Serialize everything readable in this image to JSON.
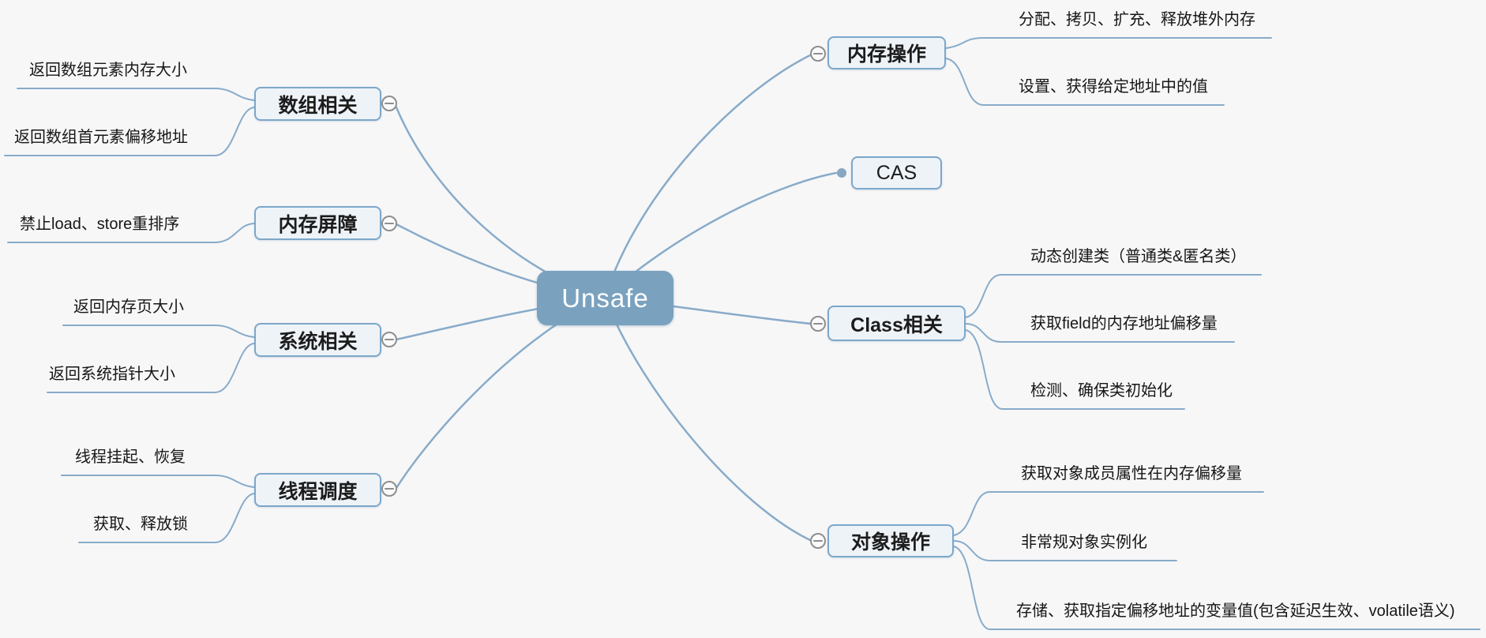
{
  "colors": {
    "background": "#f7f7f8",
    "branch_line": "#88abc9",
    "topic_fill": "#eef3f8",
    "topic_border": "#7ca7c9",
    "root_fill": "#7aa2bf",
    "root_text": "#ffffff",
    "text": "#1c1c1c",
    "collapse_icon": "#8e8e8e"
  },
  "root": {
    "label": "Unsafe"
  },
  "left_branches": [
    {
      "label": "数组相关",
      "children": [
        "返回数组元素内存大小",
        "返回数组首元素偏移地址"
      ]
    },
    {
      "label": "内存屏障",
      "children": [
        "禁止load、store重排序"
      ]
    },
    {
      "label": "系统相关",
      "children": [
        "返回内存页大小",
        "返回系统指针大小"
      ]
    },
    {
      "label": "线程调度",
      "children": [
        "线程挂起、恢复",
        "获取、释放锁"
      ]
    }
  ],
  "right_branches": [
    {
      "label": "内存操作",
      "children": [
        "分配、拷贝、扩充、释放堆外内存",
        "设置、获得给定地址中的值"
      ]
    },
    {
      "label": "CAS",
      "children": []
    },
    {
      "label": "Class相关",
      "children": [
        "动态创建类（普通类&匿名类）",
        "获取field的内存地址偏移量",
        "检测、确保类初始化"
      ]
    },
    {
      "label": "对象操作",
      "children": [
        "获取对象成员属性在内存偏移量",
        "非常规对象实例化",
        "存储、获取指定偏移地址的变量值(包含延迟生效、volatile语义)"
      ]
    }
  ]
}
